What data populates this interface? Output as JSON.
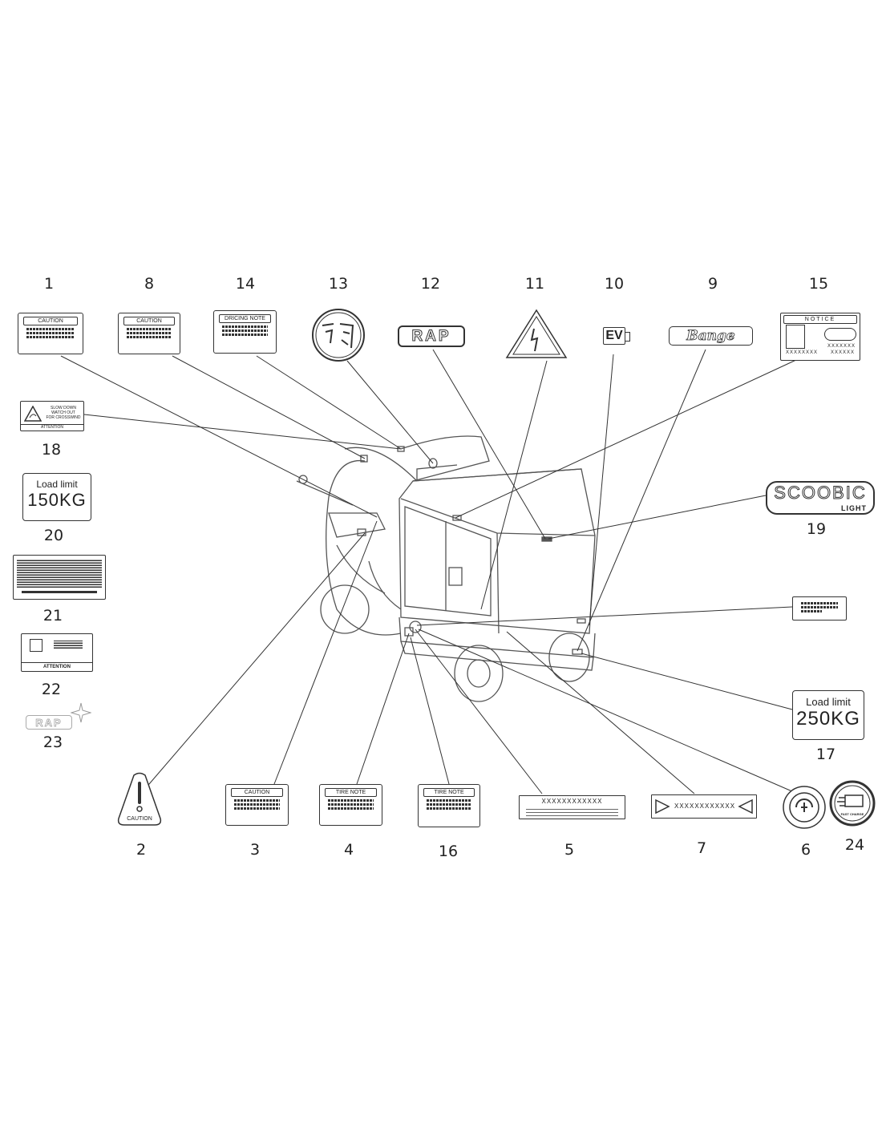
{
  "numbers": {
    "n1": "1",
    "n8": "8",
    "n14": "14",
    "n13": "13",
    "n12": "12",
    "n11": "11",
    "n10": "10",
    "n9": "9",
    "n15": "15",
    "n18": "18",
    "n20": "20",
    "n21": "21",
    "n22": "22",
    "n23": "23",
    "n19": "19",
    "n17": "17",
    "n2": "2",
    "n3": "3",
    "n4": "4",
    "n16": "16",
    "n5": "5",
    "n7": "7",
    "n6": "6",
    "n24": "24"
  },
  "labels": {
    "caution": "CAUTION",
    "pricing_note": "DRICING NOTE",
    "tire_note": "TIRE NOTE",
    "notice": "NOTICE",
    "attention": "ATTENTION",
    "slow_down_1": "SLOW DOWN",
    "slow_down_2": "WATCH OUT",
    "slow_down_3": "FOR CROSSWIND",
    "rap": "RAP",
    "bange": "Bange",
    "scoobic": "SCOOBIC",
    "light": "LIGHT",
    "ev": "EV",
    "load_limit": "Load limit",
    "load_150": "150KG",
    "load_250": "250KG",
    "serial": "XXXXXXXXXXXX",
    "serial7": "XXXXXXXXXXXX",
    "notice_x1": "XXXXXXXX",
    "notice_x2": "XXXXXXX",
    "notice_x3": "XXXXXX",
    "fast_charge": "FAST CHARGE"
  },
  "colors": {
    "line": "#333333",
    "vehicle": "#555555",
    "bg": "#ffffff"
  }
}
